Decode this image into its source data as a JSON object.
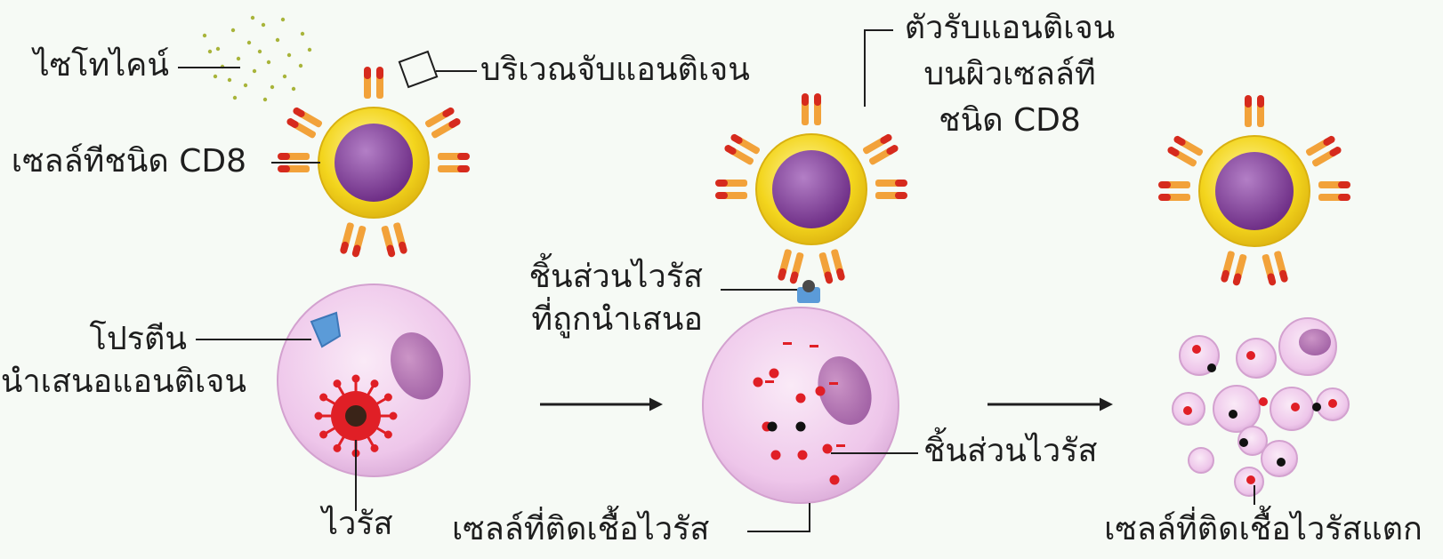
{
  "labels": {
    "cytokine": "ไซโทไคน์",
    "antigen_binding_site": "บริเวณจับแอนติเจน",
    "cd8_cell": "เซลล์ทีชนิด CD8",
    "antigen_presenting_protein_line1": "โปรตีน",
    "antigen_presenting_protein_line2": "นำเสนอแอนติเจน",
    "virus": "ไวรัส",
    "cd8_receptor_line1": "ตัวรับแอนติเจน",
    "cd8_receptor_line2": "บนผิวเซลล์ที",
    "cd8_receptor_line3": "ชนิด CD8",
    "presented_fragment_line1": "ชิ้นส่วนไวรัส",
    "presented_fragment_line2": "ที่ถูกนำเสนอ",
    "virus_fragment": "ชิ้นส่วนไวรัส",
    "infected_cell": "เซลล์ที่ติดเชื้อไวรัส",
    "infected_cell_burst": "เซลล์ที่ติดเชื้อไวรัสแตก"
  },
  "colors": {
    "t_cell_membrane": "#f3d51d",
    "t_cell_nucleus": "#8e4aa1",
    "receptor_tip": "#d62a1d",
    "receptor_stem": "#f2a23a",
    "infected_cell": "#eec6ea",
    "cell_nucleus": "#b879b4",
    "virus": "#e01f26",
    "presenting_protein": "#5b9bd8",
    "cytokine_dots": "#a8b43a"
  }
}
